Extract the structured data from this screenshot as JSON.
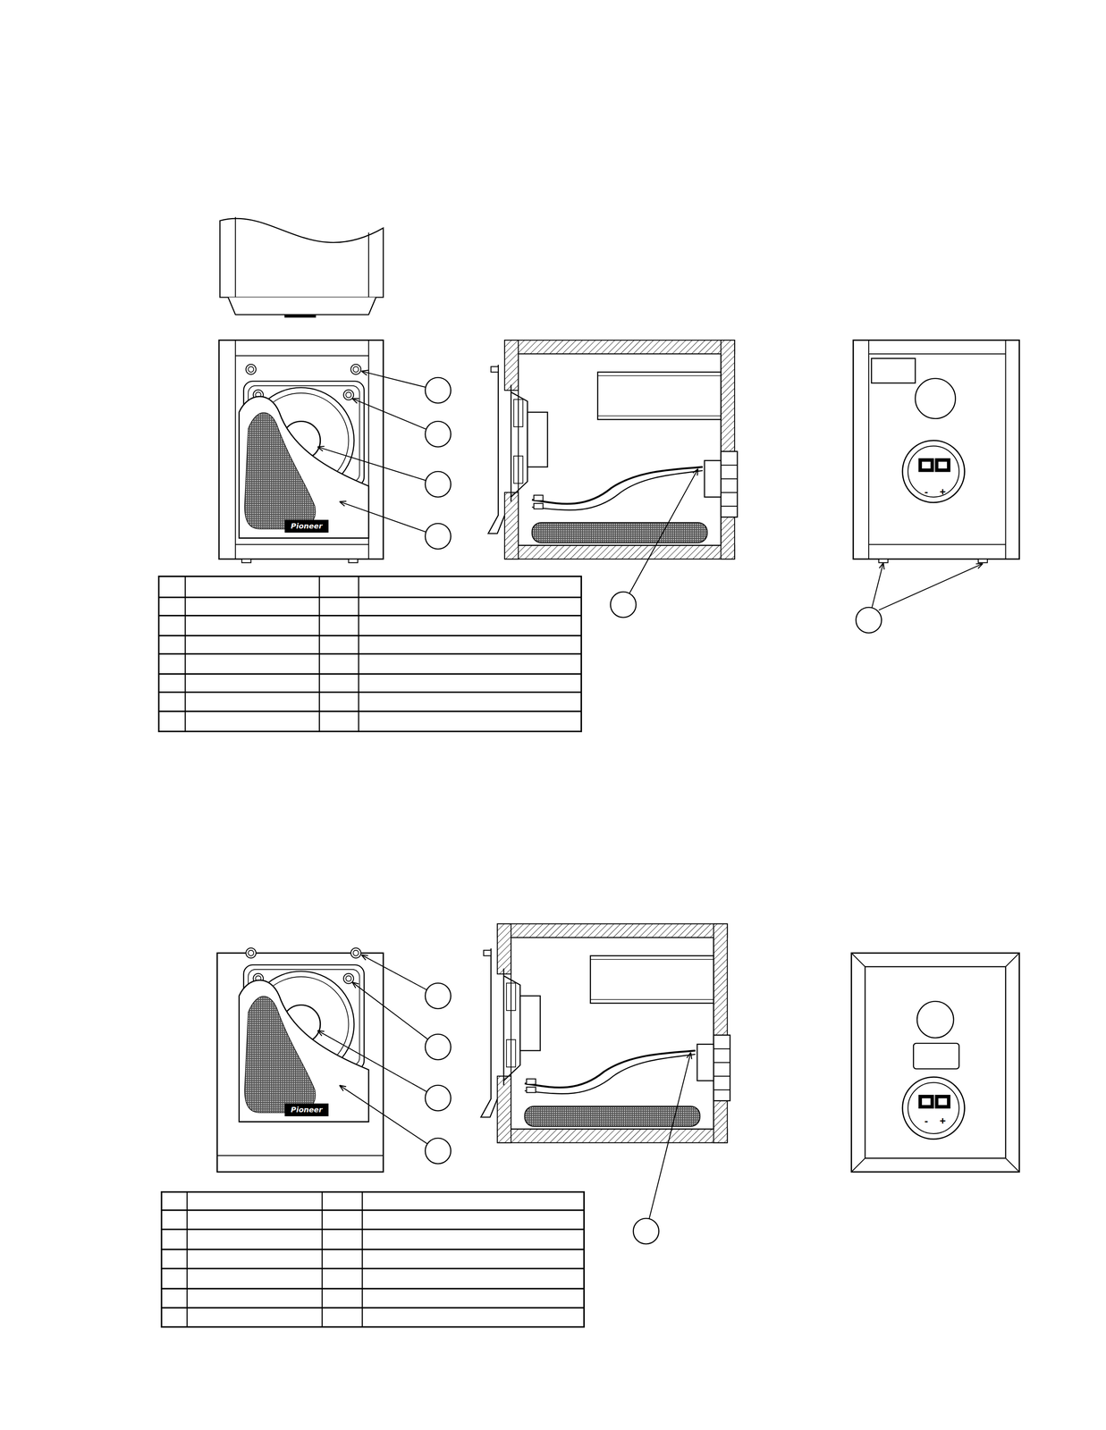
{
  "diagram": {
    "labels": [
      "Pioneer",
      "-",
      "+",
      "Pioneer",
      "-",
      "+"
    ]
  }
}
